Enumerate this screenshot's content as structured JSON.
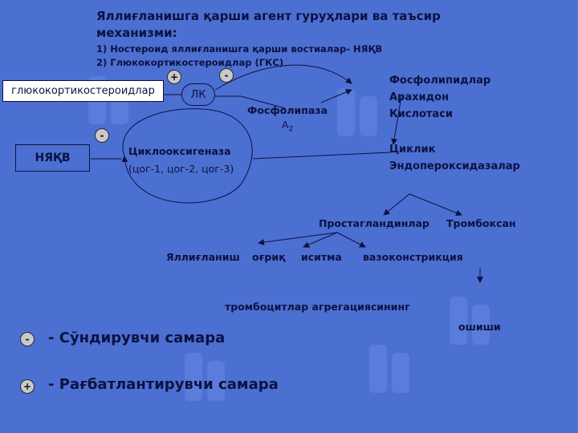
{
  "title_line1": "Яллиғланишга қарши агент гуруҳлари ва таъсир",
  "title_line2": "механизми:",
  "subtitle_line1": "1) Ностероид яллиғланишга қарши востиалар- НЯҚВ",
  "subtitle_line2": "2) Глюкокортикостероидлар (ГКС)",
  "box_gks": "глюкокортикостероидлар",
  "box_lk": "ЛК",
  "box_nyakv": "НЯҚВ",
  "sign_plus": "+",
  "sign_minus": "-",
  "phospholipase_line1": "Фосфолипаза",
  "phospholipase_line2": "А",
  "phospholipase_sub": "2",
  "cox_line1": "Циклооксигеназа",
  "cox_line2": "(цог-1, цог-2, цог-3)",
  "phospholipids_line1": "Фосфолипидлар",
  "phospholipids_line2": "Арахидон",
  "phospholipids_line3": "Кислотаси",
  "endoperoxidase_line1": "Циклик",
  "endoperoxidase_line2": "Эндопероксидазалар",
  "prostaglandins": "Простагландинлар",
  "thromboxane": "Тромбоксан",
  "effect_inflammation": "Яллиғланиш",
  "effect_pain": "оғриқ",
  "effect_fever": "иситма",
  "effect_vasoconstriction": "вазоконстрикция",
  "platelet_line1": "тромбоцитлар агрегациясининг",
  "platelet_line2": "ошиши",
  "legend_inhibit": "- Сўндирувчи самара",
  "legend_stimulate": "- Рағбатлантирувчи самара",
  "colors": {
    "background": "#4c6fd2",
    "text": "#0d1240",
    "gks_box_fill": "#ffffff",
    "sign_fill": "#c9c9c9",
    "watermark": "#6787e0"
  }
}
